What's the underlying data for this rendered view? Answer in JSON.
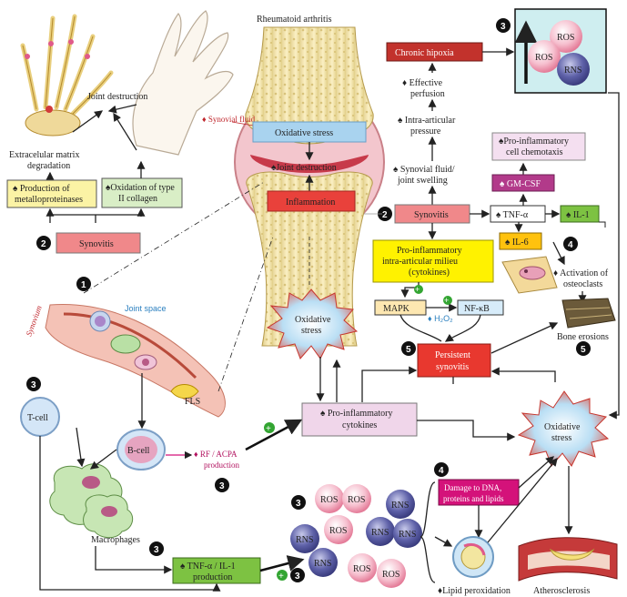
{
  "title": "Rheumatoid arthritis",
  "labels": {
    "joint_destruction_top": "Joint destruction",
    "synovial_fluid": "Synovial fluid",
    "oxidative_stress_joint": "Oxidative stress",
    "joint_destruction_mid": "Joint destruction",
    "inflammation": "Inflammation",
    "ecm_1": "Extracelular matrix",
    "ecm_2": "degradation",
    "mmp_1": "Production of",
    "mmp_2": "metalloproteinases",
    "collagen_1": "Oxidation of type",
    "collagen_2": "II collagen",
    "synovitis_left": "Synovitis",
    "chronic_hipoxia": "Chronic hipoxia",
    "effective_1": "Effective",
    "effective_2": "perfusion",
    "intra_1": "Intra-articular",
    "intra_2": "pressure",
    "swelling_1": "Synovial fluid/",
    "swelling_2": "joint swelling",
    "synovitis_right": "Synovitis",
    "chemotaxis_1": "Pro-inflammatory",
    "chemotaxis_2": "cell chemotaxis",
    "gmcsf": "GM-CSF",
    "tnfa": "TNF-α",
    "il1": "IL-1",
    "il6": "IL-6",
    "milieu_1": "Pro-inflammatory",
    "milieu_2": "intra-articular milieu",
    "milieu_3": "(cytokines)",
    "osteo_1": "Activation of",
    "osteo_2": "osteoclasts",
    "mapk": "MAPK",
    "h2o2": "H₂O₂",
    "nfkb": "NF-κB",
    "bone_erosions": "Bone erosions",
    "oxidative_burst_left": "Oxidative",
    "oxidative_burst_left2": "stress",
    "persistent_1": "Persistent",
    "persistent_2": "synovitis",
    "joint_space": "Joint space",
    "synovium": "Synovium",
    "tcell": "T-cell",
    "bcell": "B-cell",
    "fls": "FLS",
    "rf_1": "RF / ACPA",
    "rf_2": "production",
    "cyto_1": "Pro-inflammatory",
    "cyto_2": "cytokines",
    "oxidative_burst_right": "Oxidative",
    "oxidative_burst_right2": "stress",
    "macrophages": "Macrophages",
    "tnf_prod_1": "TNF-α / IL-1",
    "tnf_prod_2": "production",
    "damage_1": "Damage to DNA,",
    "damage_2": "proteins and lipids",
    "lipid": "Lipid peroxidation",
    "atherosclerosis": "Atherosclerosis",
    "ros": "ROS",
    "rns": "RNS"
  },
  "step_numbers": {
    "n1": "1",
    "n2": "2",
    "n3": "3",
    "n4": "4",
    "n5": "5"
  },
  "colors": {
    "synovitis_box": "#f0888a",
    "mmp_box": "#fbf3a5",
    "collagen_box": "#d9eec6",
    "oxidative_blue": "#a9d3ef",
    "inflammation_red": "#e9413b",
    "hipoxia_red": "#c2322c",
    "chemotaxis_pink": "#f4dff0",
    "gmcsf_purple": "#b23a8a",
    "green_box": "#7dc242",
    "yellow_box": "#fff200",
    "persistent_red": "#e8382f",
    "cyto_pink": "#f0d6ea",
    "damage_magenta": "#d4127a",
    "aqua_panel": "#cfeef0"
  }
}
